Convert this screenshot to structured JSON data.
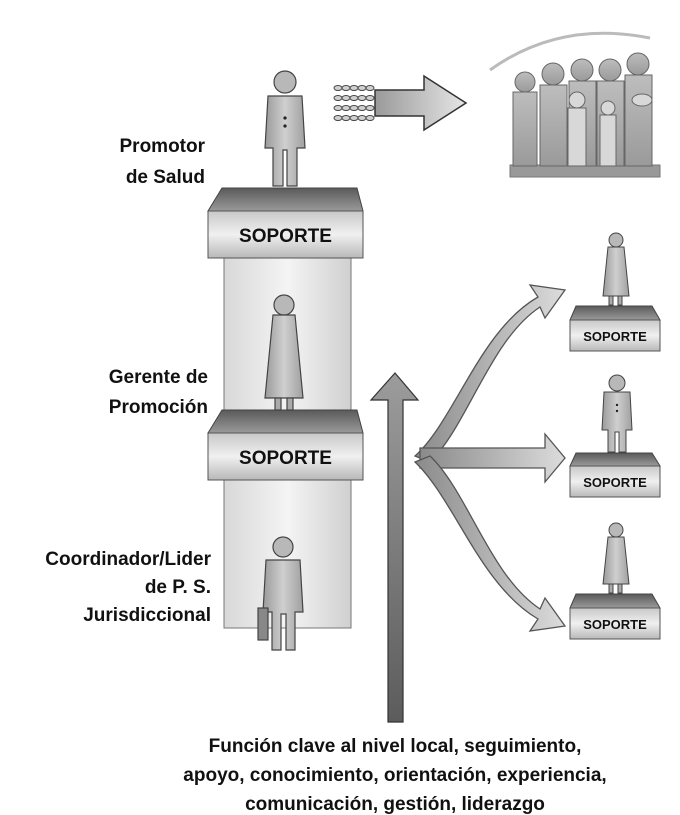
{
  "roles": {
    "promotor": [
      "Promotor",
      "de Salud"
    ],
    "gerente": [
      "Gerente de",
      "Promoción"
    ],
    "coordinador": [
      "Coordinador/Lider",
      "de P. S.",
      "Jurisdiccional"
    ]
  },
  "platforms": {
    "main_top": "SOPORTE",
    "main_mid": "SOPORTE",
    "right_top": "SOPORTE",
    "right_mid": "SOPORTE",
    "right_bottom": "SOPORTE"
  },
  "caption": [
    "Función clave al nivel local, seguimiento,",
    "apoyo, conocimiento, orientación, experiencia,",
    "comunicación, gestión, liderazgo"
  ]
}
